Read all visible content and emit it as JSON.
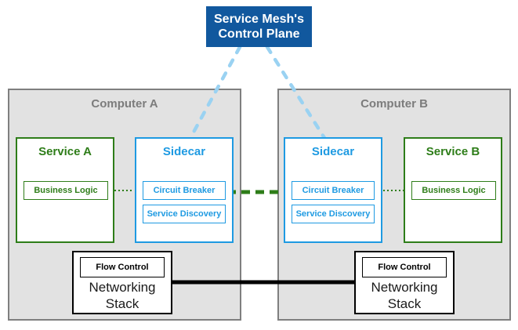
{
  "control_plane": {
    "line1": "Service Mesh's",
    "line2": "Control Plane"
  },
  "computers": [
    {
      "title": "Computer A",
      "service": {
        "title": "Service A",
        "component": "Business Logic"
      },
      "sidecar": {
        "title": "Sidecar",
        "components": [
          "Circuit Breaker",
          "Service Discovery"
        ]
      },
      "networking": {
        "component": "Flow Control",
        "label": "Networking Stack"
      }
    },
    {
      "title": "Computer B",
      "service": {
        "title": "Service B",
        "component": "Business Logic"
      },
      "sidecar": {
        "title": "Sidecar",
        "components": [
          "Circuit Breaker",
          "Service Discovery"
        ]
      },
      "networking": {
        "component": "Flow Control",
        "label": "Networking Stack"
      }
    }
  ],
  "connections": [
    {
      "from": "control-plane",
      "to": "sidecar-a",
      "style": "dashed",
      "color": "#9ad2f2"
    },
    {
      "from": "control-plane",
      "to": "sidecar-b",
      "style": "dashed",
      "color": "#9ad2f2"
    },
    {
      "from": "sidecar-a",
      "to": "sidecar-b",
      "style": "dashed",
      "color": "#2e7d19"
    },
    {
      "from": "business-logic-a",
      "to": "sidecar-a",
      "style": "dotted",
      "color": "#2e7d19"
    },
    {
      "from": "sidecar-b",
      "to": "business-logic-b",
      "style": "dotted",
      "color": "#2e7d19"
    },
    {
      "from": "networking-stack-a",
      "to": "networking-stack-b",
      "style": "solid",
      "color": "#000000"
    }
  ],
  "colors": {
    "control_plane_bg": "#11589e",
    "control_plane_text": "#ffffff",
    "sidecar_blue": "#1e9ae2",
    "service_green": "#2e7d19",
    "computer_fill": "#e2e2e2",
    "computer_border": "#7f7f7f",
    "computer_title": "#7c7c7c",
    "light_blue_dash": "#9ad2f2",
    "black": "#000000"
  }
}
